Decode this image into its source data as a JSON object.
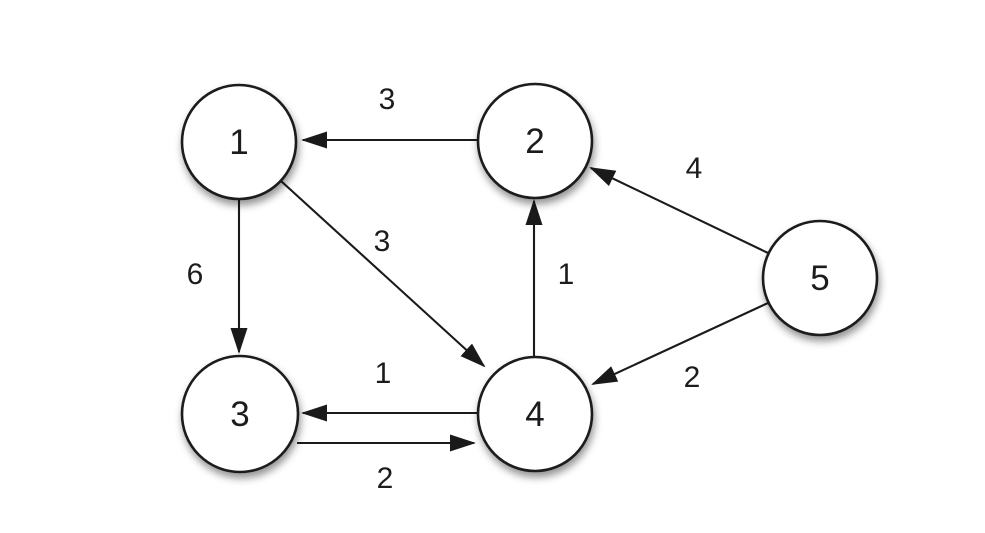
{
  "diagram": {
    "type": "directed-weighted-graph",
    "colors": {
      "node_fill": "#ffffff",
      "stroke": "#1a1a1a",
      "text": "#1c1c1e",
      "background": "#ffffff"
    },
    "nodes": [
      {
        "id": "1",
        "label": "1"
      },
      {
        "id": "2",
        "label": "2"
      },
      {
        "id": "3",
        "label": "3"
      },
      {
        "id": "4",
        "label": "4"
      },
      {
        "id": "5",
        "label": "5"
      }
    ],
    "edges": [
      {
        "from": "2",
        "to": "1",
        "weight": "3"
      },
      {
        "from": "1",
        "to": "3",
        "weight": "6"
      },
      {
        "from": "1",
        "to": "4",
        "weight": "3"
      },
      {
        "from": "4",
        "to": "2",
        "weight": "1"
      },
      {
        "from": "5",
        "to": "2",
        "weight": "4"
      },
      {
        "from": "5",
        "to": "4",
        "weight": "2"
      },
      {
        "from": "4",
        "to": "3",
        "weight": "1"
      },
      {
        "from": "3",
        "to": "4",
        "weight": "2"
      }
    ]
  }
}
